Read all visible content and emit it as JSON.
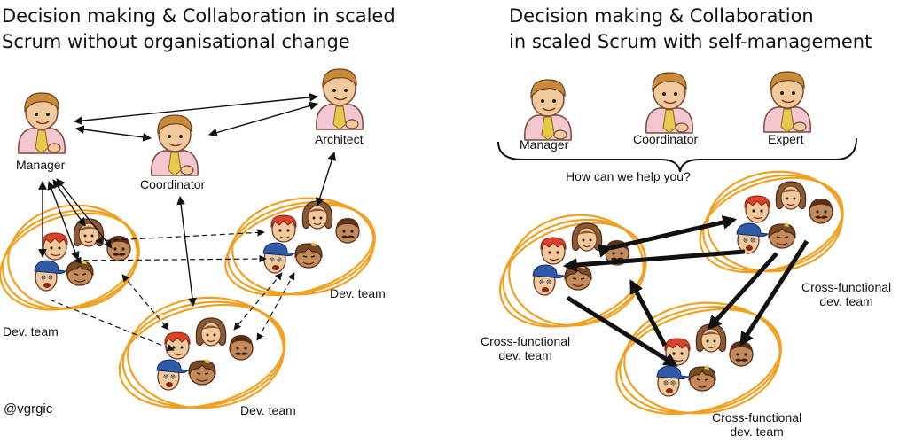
{
  "left": {
    "title_line1": "Decision making & Collaboration in scaled",
    "title_line2": "Scrum without organisational change",
    "roles": {
      "manager": "Manager",
      "coordinator": "Coordinator",
      "architect": "Architect"
    },
    "teams": [
      "Dev. team",
      "Dev. team",
      "Dev. team"
    ],
    "credit": "@vgrgic"
  },
  "right": {
    "title_line1": "Decision making & Collaboration",
    "title_line2": "in scaled Scrum with self-management",
    "roles": {
      "manager": "Manager",
      "coordinator": "Coordinator",
      "expert": "Expert"
    },
    "brace_caption": "How can we help you?",
    "teams": [
      {
        "line1": "Cross-functional",
        "line2": "dev. team"
      },
      {
        "line1": "Cross-functional",
        "line2": "dev. team"
      },
      {
        "line1": "Cross-functional",
        "line2": "dev. team"
      }
    ]
  },
  "colors": {
    "ellipse": "#f0a020",
    "arrow": "#111111",
    "skin": "#f2c99a",
    "shirt": "#f4c6cf",
    "tie": "#e6c84a",
    "hair_blonde": "#c98a3a",
    "hair_red": "#d9432b",
    "hair_brown": "#8a5a34",
    "cap": "#2e5aa8"
  }
}
